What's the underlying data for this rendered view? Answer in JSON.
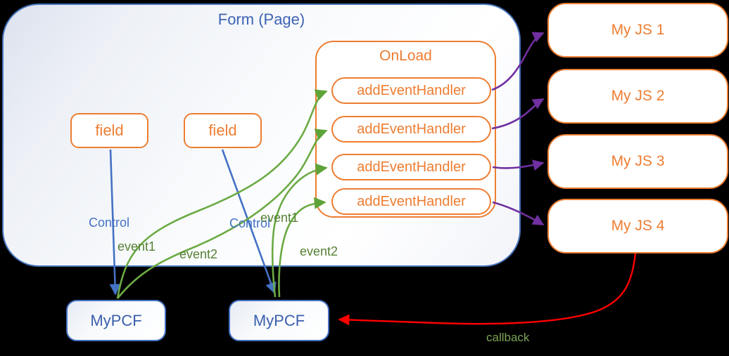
{
  "colors": {
    "background": "#000000",
    "orange": "#ED7D31",
    "blue": "#4472C4",
    "blue_text": "#3E63B5",
    "green": "#6BAA44",
    "green_label": "#568135",
    "purple": "#7030A0",
    "red": "#FF0000"
  },
  "form": {
    "title": "Form (Page)",
    "fields": [
      "field",
      "field"
    ],
    "onload": {
      "title": "OnLoad",
      "handlers": [
        "addEventHandler",
        "addEventHandler",
        "addEventHandler",
        "addEventHandler"
      ]
    }
  },
  "js_modules": [
    "My JS 1",
    "My JS 2",
    "My JS 3",
    "My JS 4"
  ],
  "pcf": [
    "MyPCF",
    "MyPCF"
  ],
  "labels": {
    "control1": "Control",
    "control2": "Control",
    "event1a": "event1",
    "event2a": "event2",
    "event1b": "event1",
    "event2b": "event2",
    "callback": "callback"
  }
}
